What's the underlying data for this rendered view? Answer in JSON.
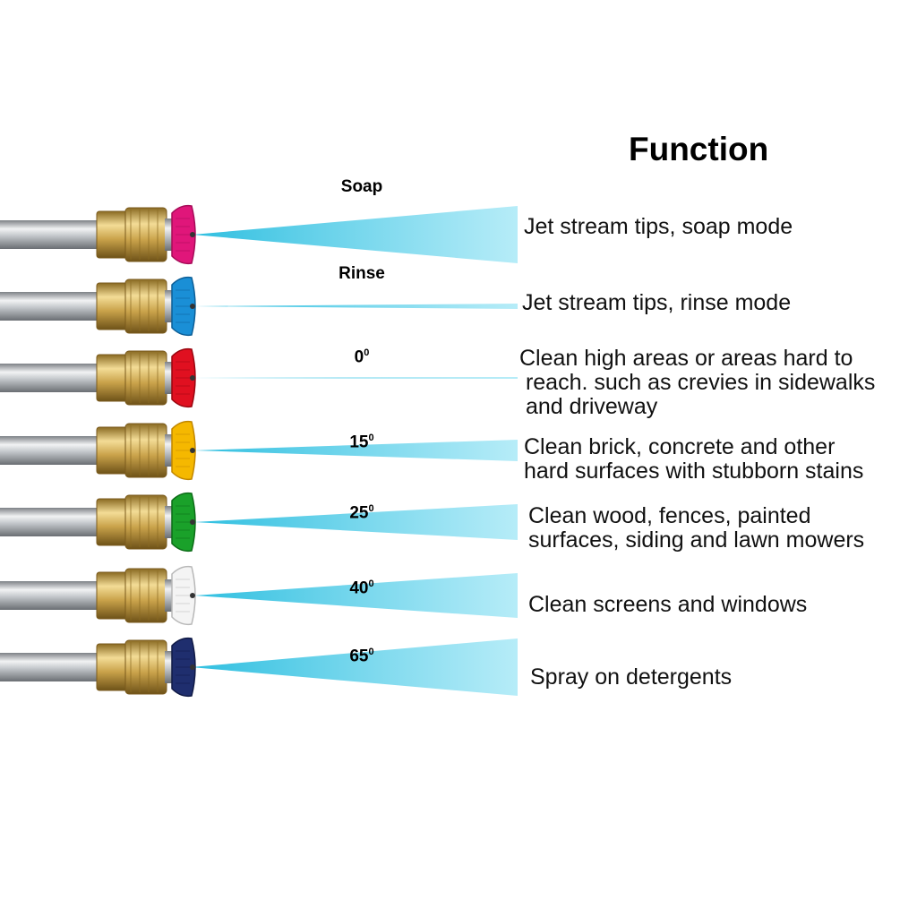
{
  "heading": "Function",
  "nozzles": [
    {
      "label": "Soap",
      "degree_sign": "",
      "color": "#e0167a",
      "dark": "#a50c58",
      "description": [
        "Jet stream tips, soap mode"
      ]
    },
    {
      "label": "Rinse",
      "degree_sign": "",
      "color": "#1a8fd6",
      "dark": "#0d5e96",
      "description": [
        "Jet stream tips, rinse mode"
      ]
    },
    {
      "label": "0",
      "degree_sign": "0",
      "color": "#e01020",
      "dark": "#98060f",
      "description": [
        "Clean high areas or areas hard to",
        " reach. such as crevies in sidewalks",
        " and driveway"
      ]
    },
    {
      "label": "15",
      "degree_sign": "0",
      "color": "#f5b800",
      "dark": "#c08600",
      "description": [
        "Clean brick, concrete and other",
        "hard surfaces with stubborn stains"
      ]
    },
    {
      "label": "25",
      "degree_sign": "0",
      "color": "#1aa12a",
      "dark": "#0d6b18",
      "description": [
        "Clean wood, fences, painted",
        "surfaces, siding and lawn mowers"
      ]
    },
    {
      "label": "40",
      "degree_sign": "0",
      "color": "#f4f4f4",
      "dark": "#b8b8b8",
      "description": [
        "Clean screens and windows"
      ]
    },
    {
      "label": "65",
      "degree_sign": "0",
      "color": "#1f2e6e",
      "dark": "#101a45",
      "description": [
        "Spray on detergents"
      ]
    }
  ],
  "colors": {
    "spray": "#3cc8e6",
    "brass": "#c9a24a",
    "steel": "#b8bcc0"
  }
}
